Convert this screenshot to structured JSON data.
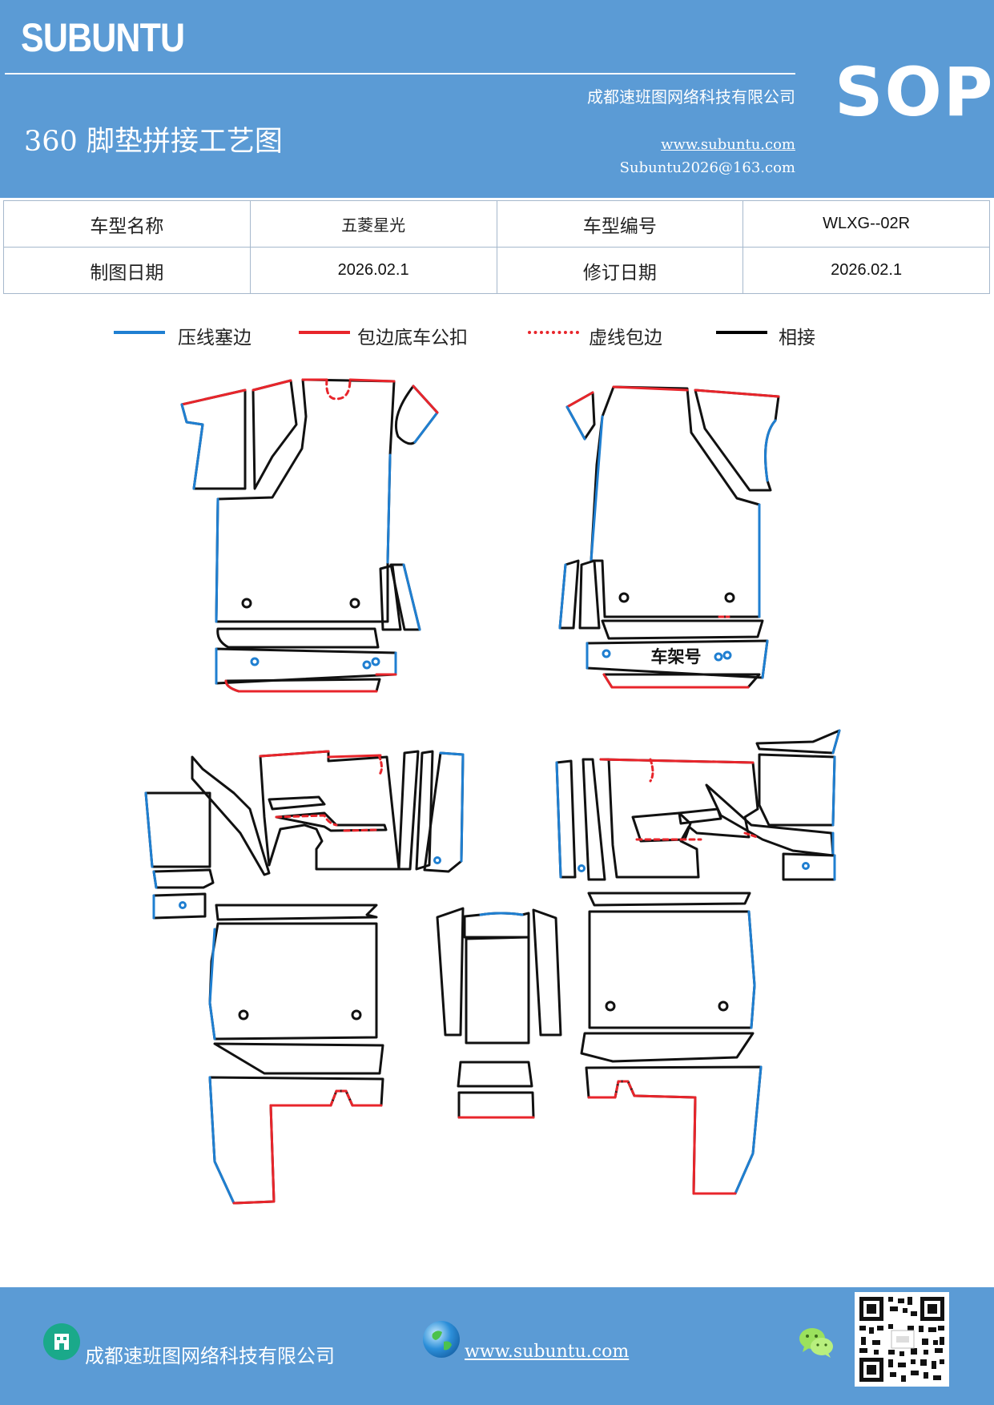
{
  "header": {
    "brand": "SUBUNTU",
    "company": "成都速班图网络科技有限公司",
    "title": "360 脚垫拼接工艺图",
    "website": "www.subuntu.com",
    "email": "Subuntu2026@163.com",
    "badge": "SOP"
  },
  "info_table": {
    "rows": [
      {
        "label1": "车型名称",
        "value1": "五菱星光",
        "label2": "车型编号",
        "value2": "WLXG--02R"
      },
      {
        "label1": "制图日期",
        "value1": "2026.02.1",
        "label2": "修订日期",
        "value2": "2026.02.1"
      }
    ]
  },
  "legend": [
    {
      "label": "压线塞边",
      "color": "#1f7fd1",
      "style": "solid"
    },
    {
      "label": "包边底车公扣",
      "color": "#e8252b",
      "style": "solid"
    },
    {
      "label": "虚线包边",
      "color": "#e8252b",
      "style": "dashed"
    },
    {
      "label": "相接",
      "color": "#000000",
      "style": "solid"
    }
  ],
  "drawing": {
    "frame_label": "车架号",
    "colors": {
      "blue": "#1f7fd1",
      "red": "#e8252b",
      "black": "#111111"
    }
  },
  "footer": {
    "company": "成都速班图网络科技有限公司",
    "website": "www.subuntu.com",
    "company_icon": "building-icon",
    "web_icon": "globe-icon",
    "wechat_icon": "wechat-icon",
    "qr_icon": "qr-code"
  }
}
